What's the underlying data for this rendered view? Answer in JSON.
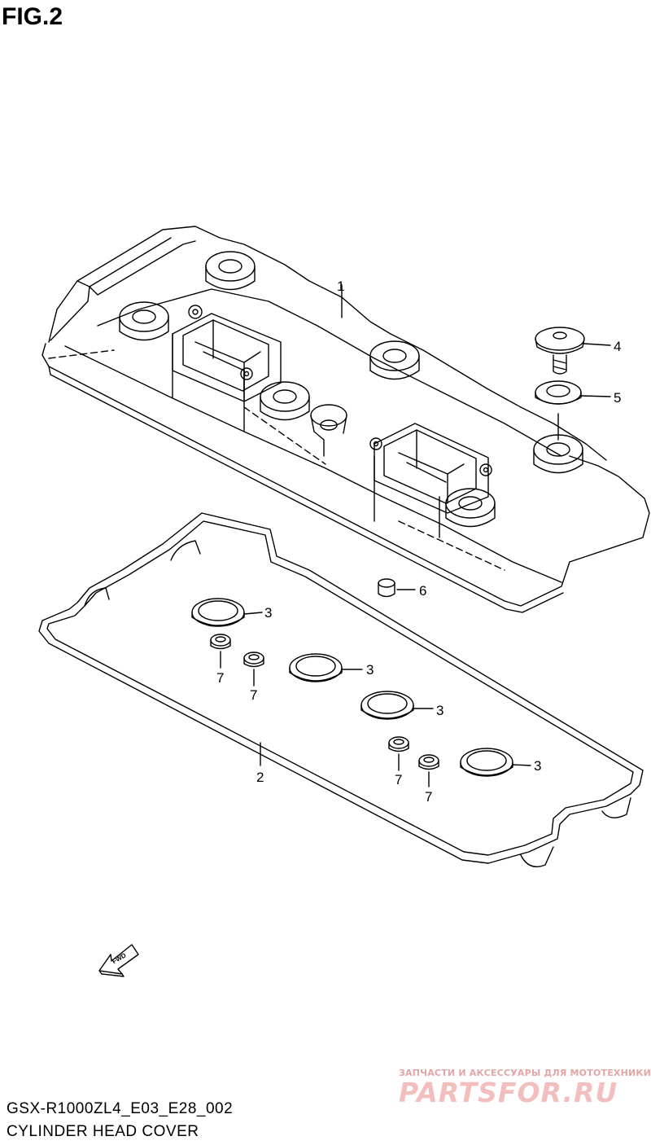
{
  "figure": {
    "title": "FIG.2"
  },
  "callouts": {
    "p1": "1",
    "p2": "2",
    "p3a": "3",
    "p3b": "3",
    "p3c": "3",
    "p3d": "3",
    "p4": "4",
    "p5": "5",
    "p6": "6",
    "p7a": "7",
    "p7b": "7",
    "p7c": "7",
    "p7d": "7"
  },
  "fwd_arrow": {
    "label": "FWD"
  },
  "footer": {
    "model_code": "GSX-R1000ZL4_E03_E28_002",
    "section_title": "CYLINDER HEAD COVER"
  },
  "watermark": {
    "tagline": "ЗАПЧАСТИ И АКСЕССУАРЫ ДЛЯ МОТОТЕХНИКИ",
    "logo_text": "PARTSFOR.RU"
  }
}
